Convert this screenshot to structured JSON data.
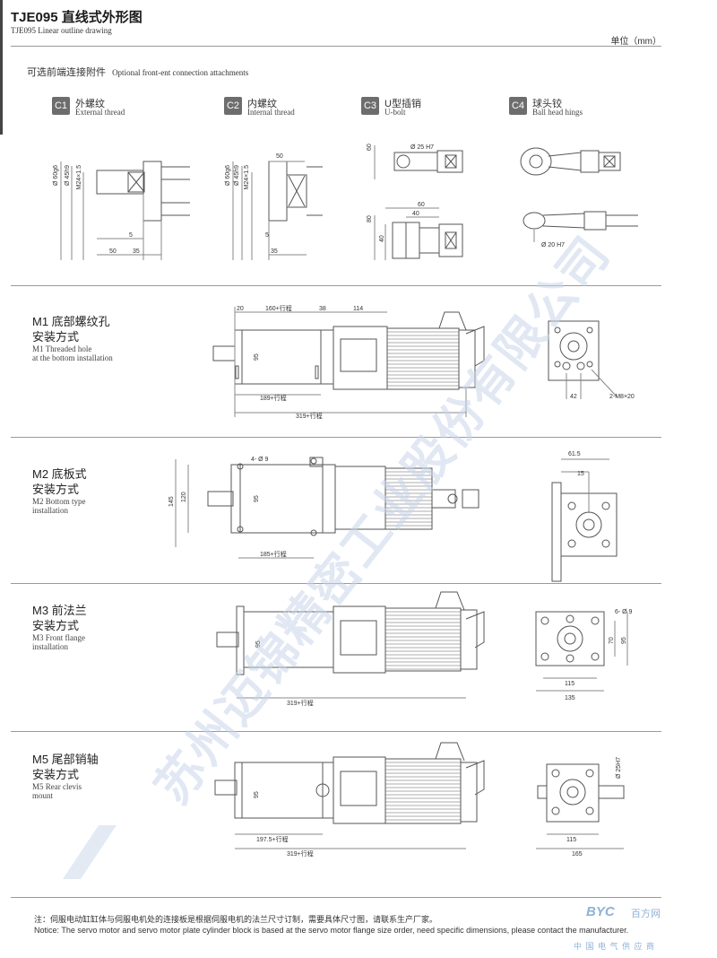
{
  "header": {
    "title": "TJE095 直线式外形图",
    "subtitle": "TJE095 Linear outline drawing",
    "unit": "单位（mm）"
  },
  "attachments": {
    "label_zh": "可选前端连接附件",
    "label_en": "Optional front-ent connection attachments",
    "items": [
      {
        "code": "C1",
        "name": "外螺纹",
        "en": "External thread"
      },
      {
        "code": "C2",
        "name": "内螺纹",
        "en": "Internal thread"
      },
      {
        "code": "C3",
        "name": "U型插销",
        "en": "U-bolt"
      },
      {
        "code": "C4",
        "name": "球头铰",
        "en": "Ball head hings"
      }
    ],
    "c1": {
      "d1": "Ø 60g6",
      "d2": "Ø 45h9",
      "d3": "M24×1.5",
      "dim_a": "5",
      "dim_b": "50",
      "dim_c": "35"
    },
    "c2": {
      "d1": "Ø 60g6",
      "d2": "Ø 45h9",
      "d3": "M24×1.5",
      "dim_top": "50",
      "dim_a": "5",
      "dim_b": "35"
    },
    "c3": {
      "hole": "Ø 25 H7",
      "h1": "60",
      "w1": "60",
      "w2": "40",
      "h2": "80",
      "h3": "40"
    },
    "c4": {
      "hole": "Ø 20 H7"
    }
  },
  "modes": [
    {
      "zh1": "M1 底部螺纹孔",
      "zh2": "安装方式",
      "en1": "M1 Threaded hole",
      "en2": "at the bottom installation"
    },
    {
      "zh1": "M2 底板式",
      "zh2": "安装方式",
      "en1": "M2 Bottom type",
      "en2": "installation"
    },
    {
      "zh1": "M3 前法兰",
      "zh2": "安装方式",
      "en1": "M3 Front flange",
      "en2": "installation"
    },
    {
      "zh1": "M5 尾部销轴",
      "zh2": "安装方式",
      "en1": "M5 Rear clevis",
      "en2": "mount"
    }
  ],
  "m1": {
    "d20": "20",
    "d160": "160+行程",
    "d38": "38",
    "d114": "114",
    "d95": "95",
    "d189": "189+行程",
    "d319": "319+行程",
    "d42": "42",
    "holes": "2-M8×20"
  },
  "m2": {
    "holes": "4- Ø 9",
    "d145": "145",
    "d120": "120",
    "d95": "95",
    "d185": "185+行程",
    "d615": "61.5",
    "d15": "15"
  },
  "m3": {
    "d95": "95",
    "d319": "319+行程",
    "holes": "6- Ø 9",
    "d70": "70",
    "d95b": "95",
    "d115": "115",
    "d135": "135"
  },
  "m5": {
    "d95": "95",
    "d1975": "197.5+行程",
    "d319": "319+行程",
    "hole": "Ø 25H7",
    "d115": "115",
    "d165": "165"
  },
  "notes": {
    "zh": "注：伺服电动缸缸体与伺服电机处的连接板是根据伺服电机的法兰尺寸订制，需要具体尺寸图，请联系生产厂家。",
    "en": "Notice: The servo motor and servo motor plate cylinder block is based at the servo motor flange size order, need specific dimensions,  please contact the manufacturer."
  },
  "watermark": {
    "text": "苏州迈锦精密工业股份有限公司",
    "site": "百方网",
    "sub": "中 国 电 气 供 应 商",
    "brand": "BYC"
  }
}
